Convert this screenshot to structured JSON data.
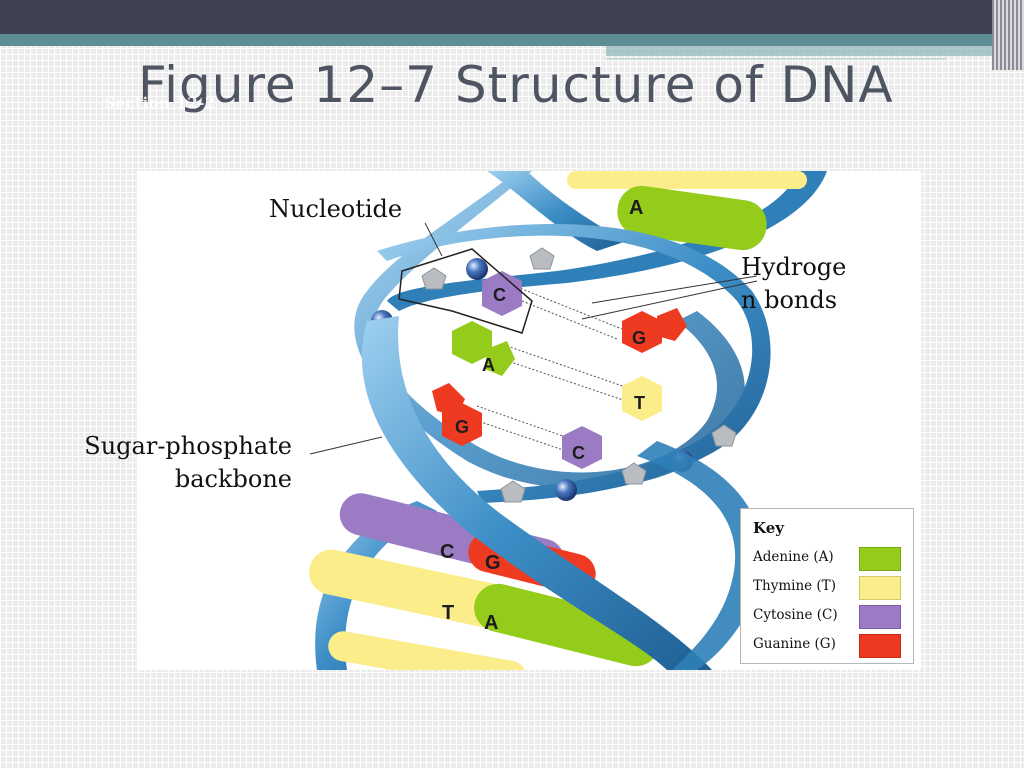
{
  "slide": {
    "section": "Section 12-2",
    "title": "Figure 12–7 Structure of DNA"
  },
  "labels": {
    "nucleotide": "Nucleotide",
    "hydrogen_line1": "Hydroge",
    "hydrogen_line2": "n bonds",
    "backbone_line1": "Sugar-phosphate",
    "backbone_line2": "backbone"
  },
  "bases": {
    "adenine": "A",
    "thymine": "T",
    "cytosine": "C",
    "guanine": "G"
  },
  "key": {
    "title": "Key",
    "items": [
      {
        "label": "Adenine (A)",
        "color": "#95cc1c"
      },
      {
        "label": "Thymine (T)",
        "color": "#fbee8a"
      },
      {
        "label": "Cytosine (C)",
        "color": "#9b7cc4"
      },
      {
        "label": "Guanine (G)",
        "color": "#ee3a21"
      }
    ]
  },
  "colors": {
    "backbone": "#3d8ec7",
    "phosphate": "#2e5aa0",
    "sugar": "#b9bdc2",
    "title": "#4f5463",
    "header": "#3f4051",
    "accent": "#5c8e93"
  }
}
